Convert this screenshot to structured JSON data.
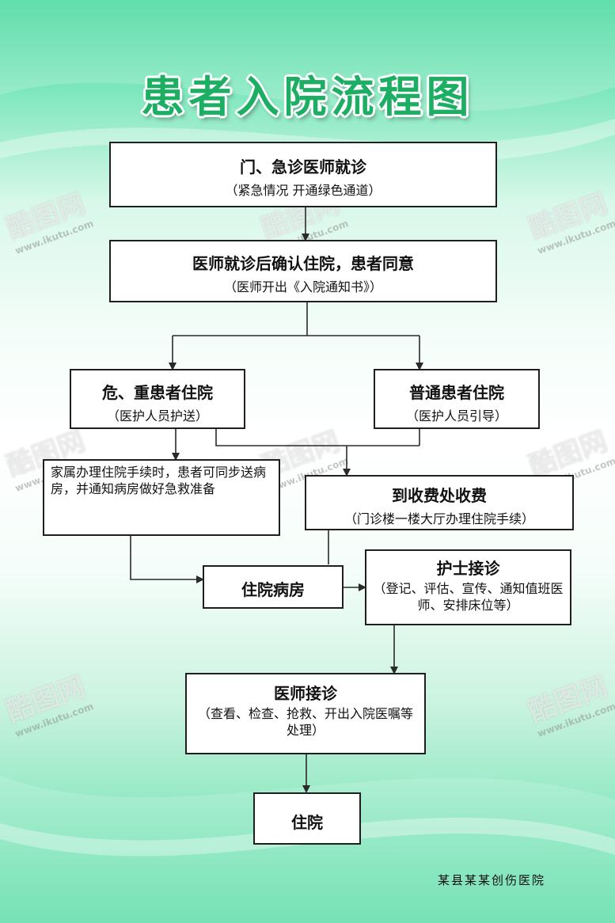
{
  "title": "患者入院流程图",
  "nodes": {
    "visit": {
      "title": "门、急诊医师就诊",
      "sub": "（紧急情况  开通绿色通道）"
    },
    "confirm": {
      "title": "医师就诊后确认住院，患者同意",
      "sub": "（医师开出《入院通知书》）"
    },
    "critical": {
      "title": "危、重患者住院",
      "sub": "（医护人员护送）"
    },
    "normal": {
      "title": "普通患者住院",
      "sub": "（医护人员引导）"
    },
    "family": {
      "text": "家属办理住院手续时，患者可同步送病房，并通知病房做好急救准备"
    },
    "billing": {
      "title": "到收费处收费",
      "sub": "（门诊楼一楼大厅办理住院手续）"
    },
    "ward": {
      "title": "住院病房"
    },
    "nurse": {
      "title": "护士接诊",
      "sub": "（登记、评估、宣传、通知值班医师、安排床位等）"
    },
    "doctor": {
      "title": "医师接诊",
      "sub": "（查看、检查、抢救、开出入院医嘱等处理）"
    },
    "admit": {
      "title": "住院"
    }
  },
  "footer": "某县某某创伤医院",
  "watermark": {
    "brand": "酷图网",
    "url": "www.ikutu.com"
  },
  "colors": {
    "title": "#1cae63",
    "line": "#2a2a2a",
    "bg_top": "#3fd79a",
    "bg_bottom": "#5fdda9"
  }
}
